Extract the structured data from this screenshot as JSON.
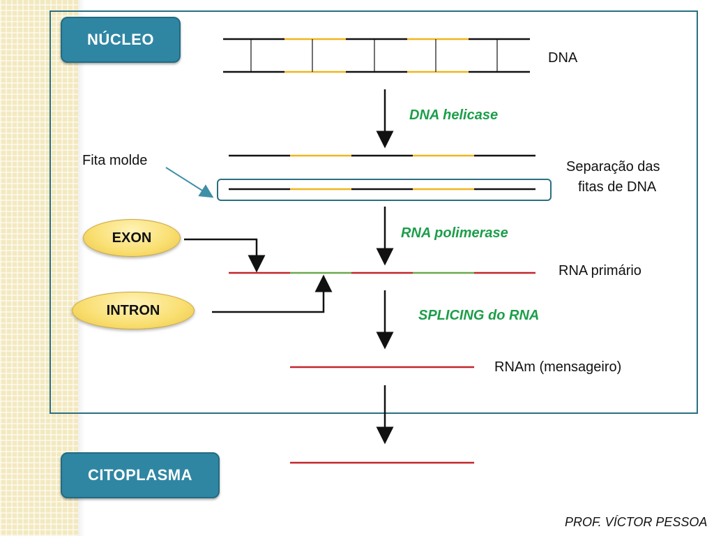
{
  "badges": {
    "nucleus": "NÚCLEO",
    "cytoplasm": "CITOPLASMA"
  },
  "pills": {
    "exon": "EXON",
    "intron": "INTRON"
  },
  "labels": {
    "dna": "DNA",
    "fita_molde": "Fita molde",
    "separacao_line1": "Separação das",
    "separacao_line2": "fitas de DNA",
    "rna_primario": "RNA primário",
    "rnam": "RNAm (mensageiro)"
  },
  "enzymes": {
    "helicase": "DNA helicase",
    "polimerase": "RNA polimerase",
    "splicing": "SPLICING do RNA"
  },
  "author": "PROF. VÍCTOR PESSOA",
  "colors": {
    "teal": "#2f86a3",
    "gene_yellow": "#f1b51e",
    "strand_black": "#111111",
    "rna_red": "#c2262c",
    "rna_green": "#6aa84f",
    "enzyme_green": "#1c9e4a"
  }
}
